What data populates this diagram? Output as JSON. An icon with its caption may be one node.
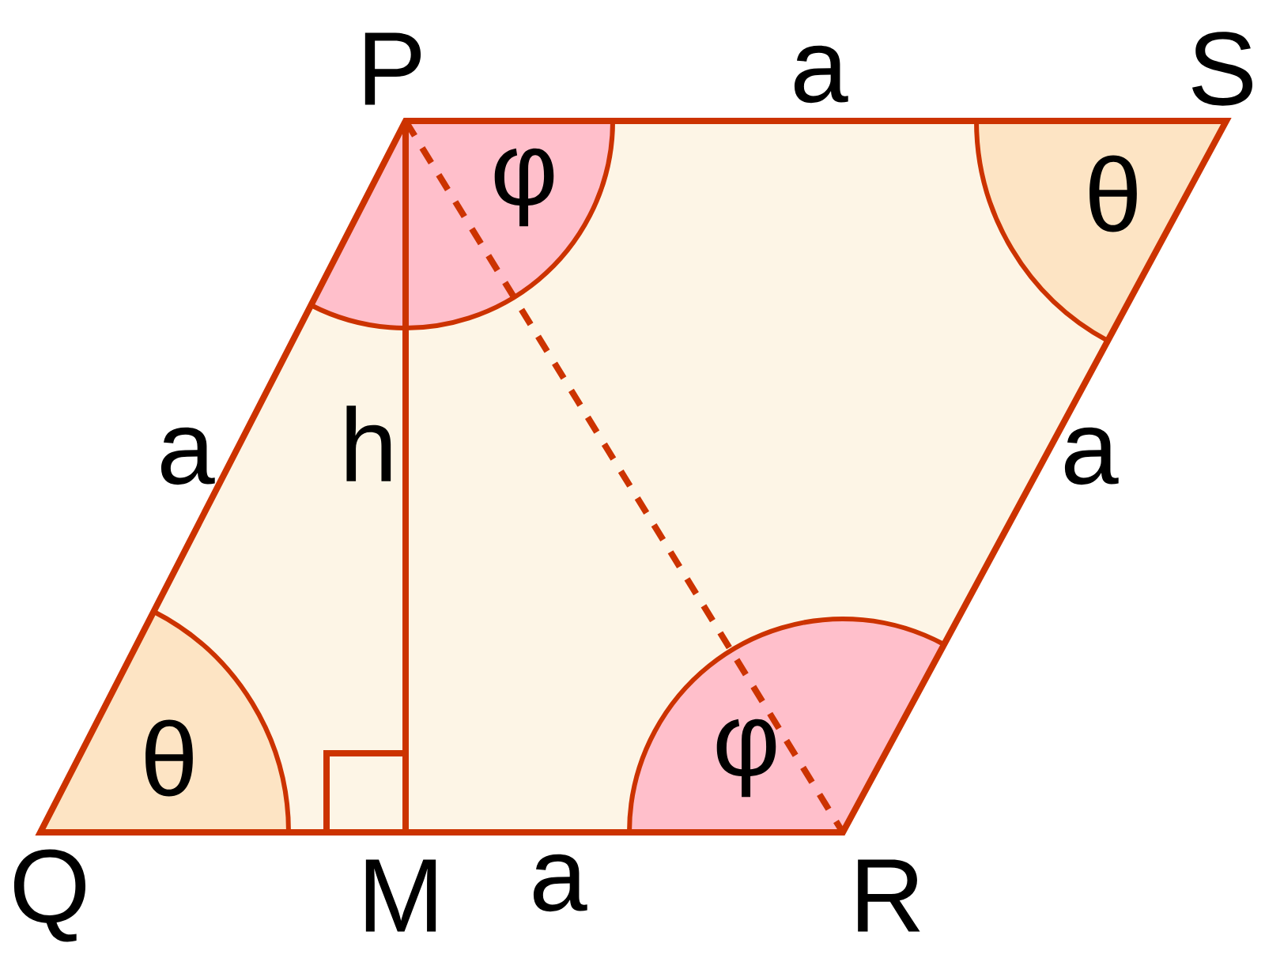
{
  "diagram": {
    "labels": [
      "P",
      "a",
      "S",
      "φ",
      "θ",
      "a",
      "h",
      "a",
      "θ",
      "φ",
      "Q",
      "M",
      "a",
      "R"
    ]
  }
}
